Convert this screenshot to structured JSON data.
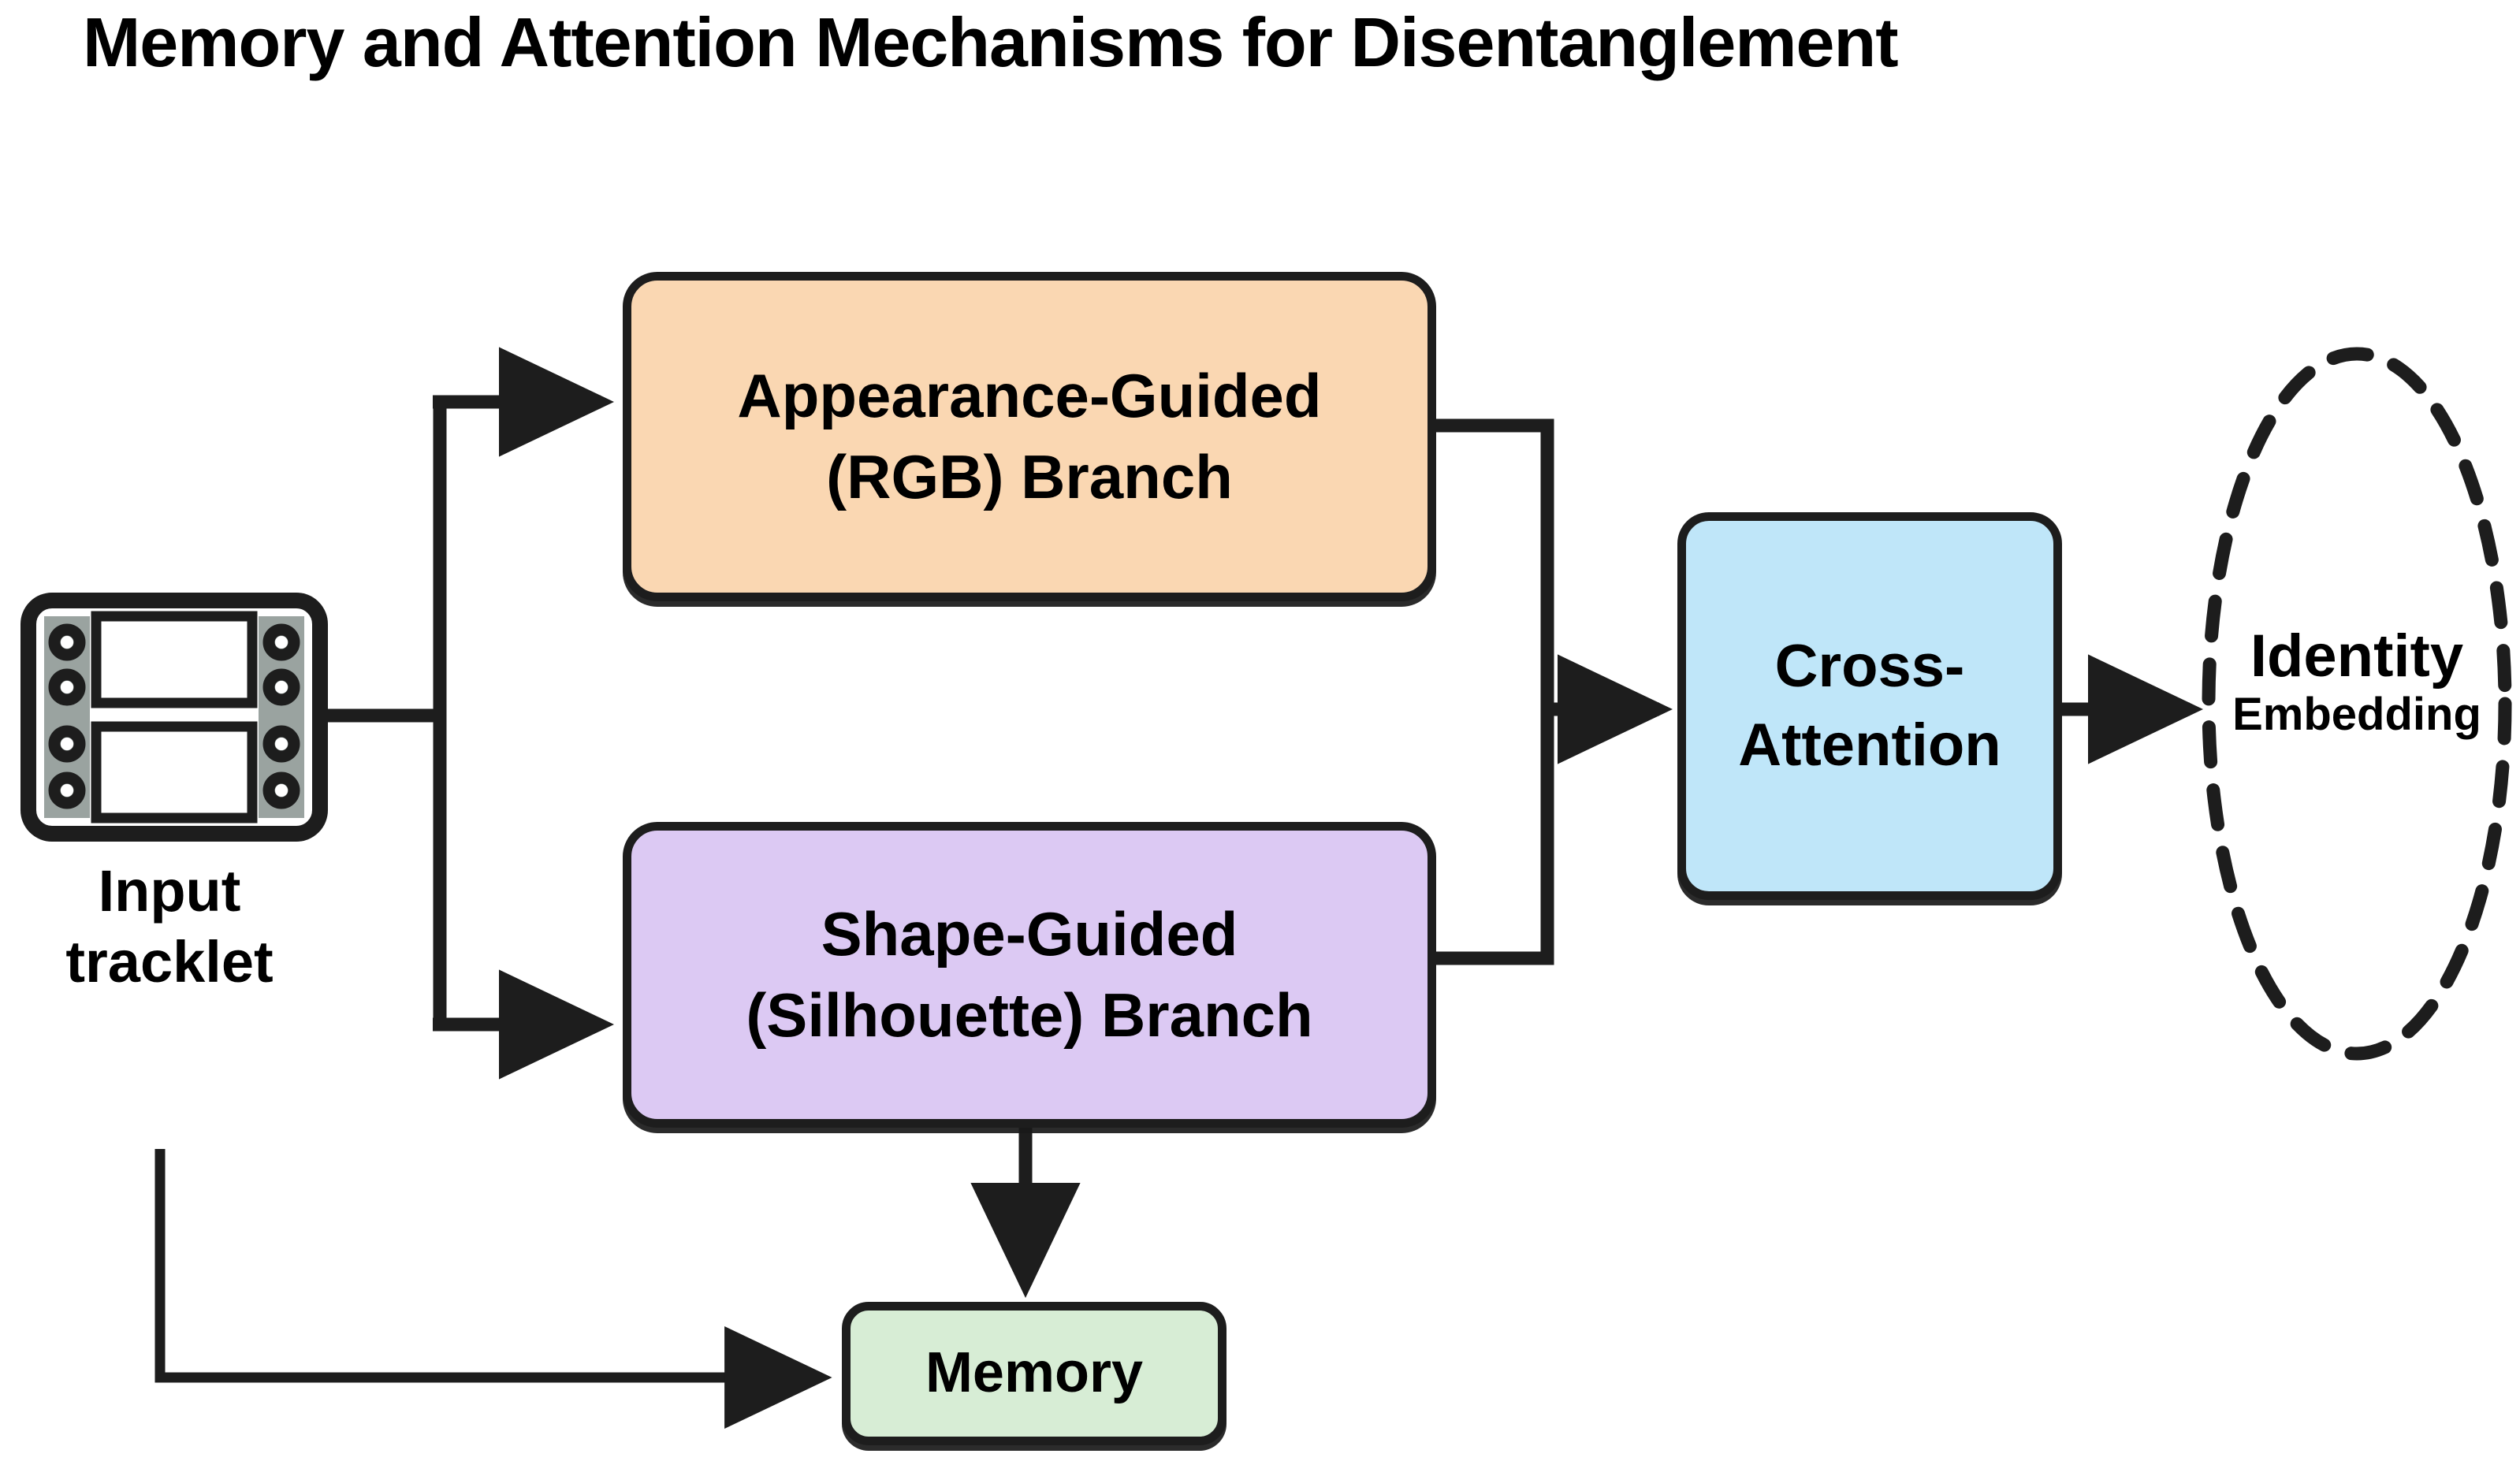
{
  "title": "Memory and Attention Mechanisms for Disentanglement",
  "input": {
    "icon": "film-strip-icon",
    "caption_line1": "Input",
    "caption_line2": "tracklet"
  },
  "nodes": {
    "rgb_branch": {
      "label": "Appearance-Guided\n(RGB) Branch",
      "line1": "Appearance-Guided",
      "line2": "(RGB) Branch",
      "fill": "#FAD7B2",
      "stroke": "#1D1D1D"
    },
    "shape_branch": {
      "label": "Shape-Guided\n(Silhouette) Branch",
      "line1": "Shape-Guided",
      "line2": "(Silhouette) Branch",
      "fill": "#DCC9F3",
      "stroke": "#1D1D1D"
    },
    "cross_attention": {
      "line1": "Cross-",
      "line2": "Attention",
      "fill": "#BFE6F9",
      "stroke": "#1D1D1D"
    },
    "memory": {
      "label": "Memory",
      "fill": "#D7EDD5",
      "stroke": "#1D1D1D"
    },
    "identity": {
      "line1": "Identity",
      "line2": "Embedding",
      "shape": "dashed-ellipse",
      "stroke": "#1D1D1D"
    }
  },
  "edges": [
    {
      "from": "input",
      "to": "rgb_branch",
      "style": "elbow-arrow"
    },
    {
      "from": "input",
      "to": "shape_branch",
      "style": "elbow-arrow"
    },
    {
      "from": "rgb_branch",
      "to": "cross_attention",
      "style": "elbow-arrow"
    },
    {
      "from": "shape_branch",
      "to": "cross_attention",
      "style": "elbow-arrow"
    },
    {
      "from": "cross_attention",
      "to": "identity",
      "style": "straight-arrow"
    },
    {
      "from": "shape_branch",
      "to": "memory",
      "style": "straight-arrow-down"
    },
    {
      "from": "input",
      "to": "memory",
      "style": "elbow-arrow"
    }
  ],
  "colors": {
    "background": "#FFFFFF",
    "line": "#1D1D1D",
    "text": "#000000",
    "filmstrip_rail": "#9AA3A0"
  }
}
